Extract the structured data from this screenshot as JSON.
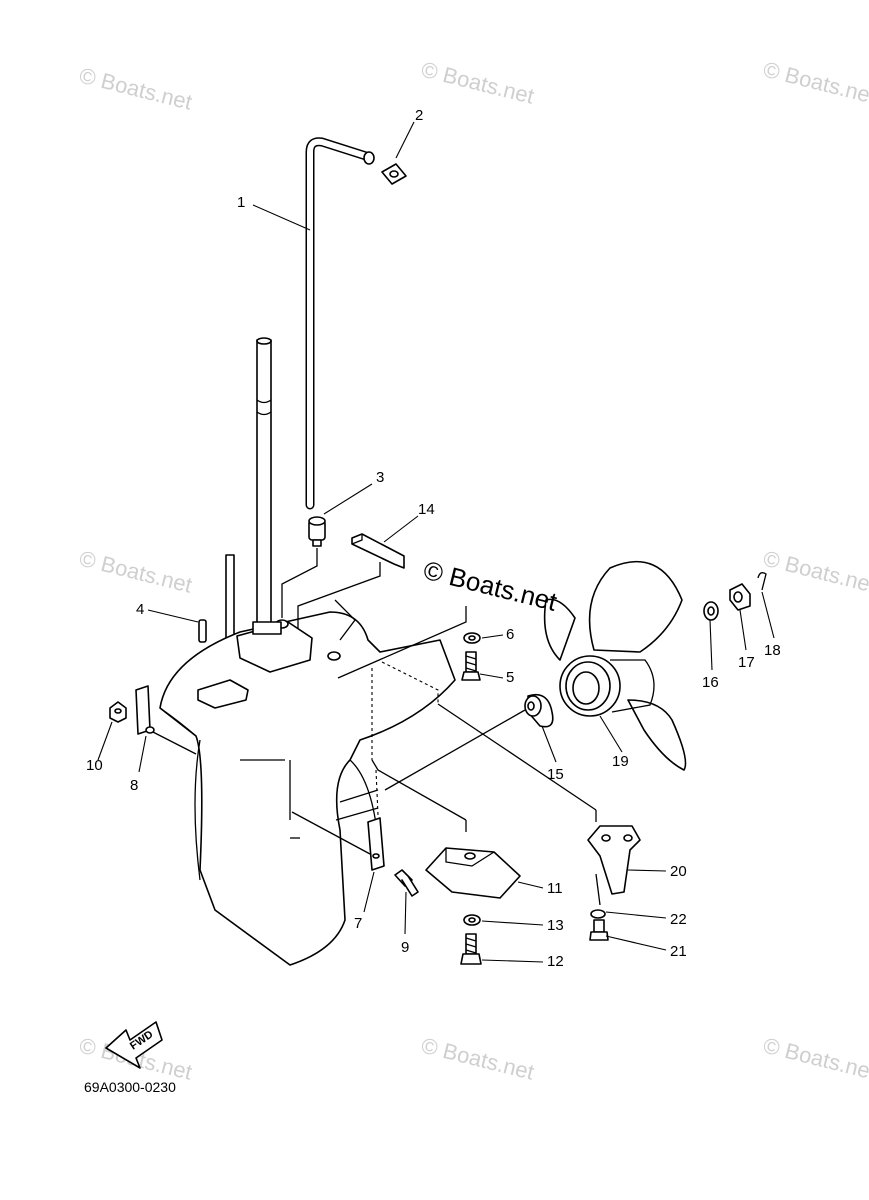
{
  "watermark": {
    "text": "© Boats.net"
  },
  "diagram_code": "69A0300-0230",
  "fwd_label": "FWD",
  "callouts": {
    "c1": "1",
    "c2": "2",
    "c3": "3",
    "c4": "4",
    "c5": "5",
    "c6": "6",
    "c7": "7",
    "c8": "8",
    "c9": "9",
    "c10": "10",
    "c11": "11",
    "c12": "12",
    "c13": "13",
    "c14": "14",
    "c15": "15",
    "c16": "16",
    "c17": "17",
    "c18": "18",
    "c19": "19",
    "c20": "20",
    "c21": "21",
    "c22": "22"
  }
}
